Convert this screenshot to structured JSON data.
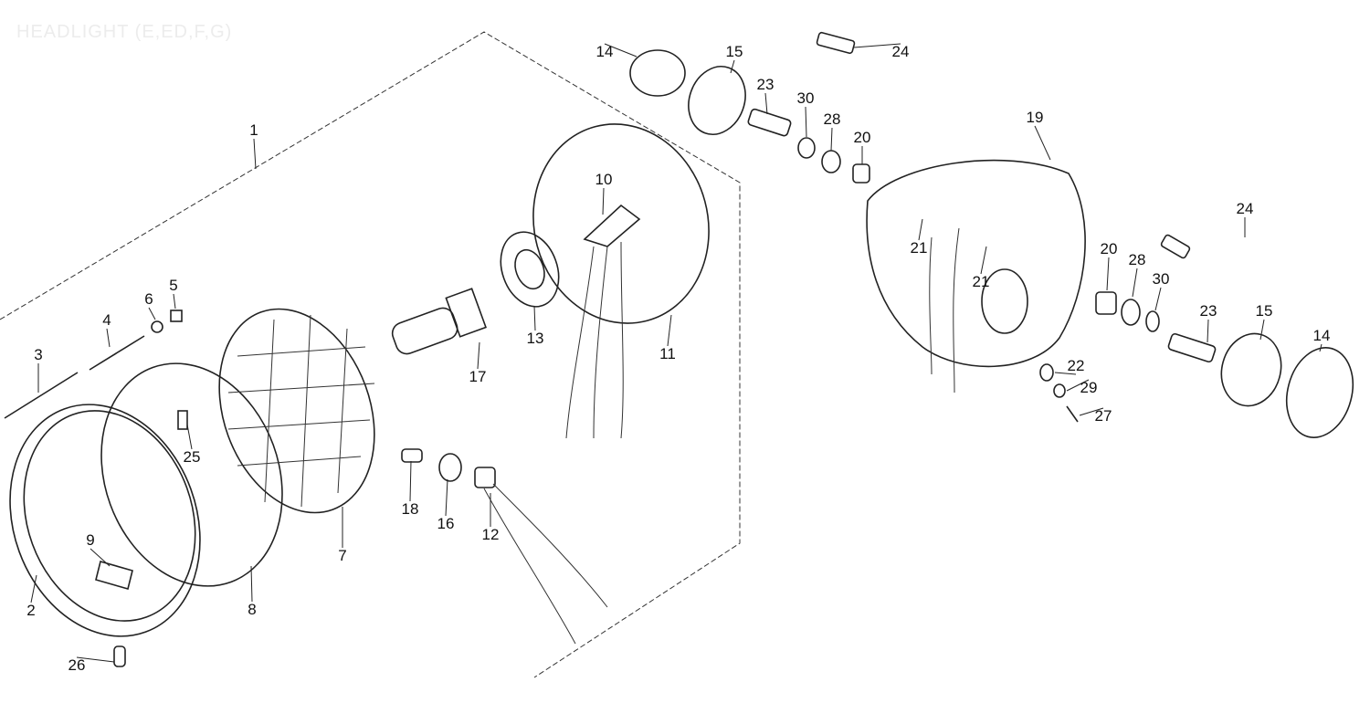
{
  "title": "HEADLIGHT (E,ED,F,G)",
  "callouts": [
    "14",
    "15",
    "24",
    "23",
    "30",
    "28",
    "20",
    "19",
    "1",
    "10",
    "24",
    "21",
    "21",
    "20",
    "28",
    "30",
    "23",
    "15",
    "14",
    "5",
    "6",
    "4",
    "3",
    "13",
    "17",
    "11",
    "22",
    "29",
    "27",
    "25",
    "18",
    "16",
    "12",
    "9",
    "7",
    "8",
    "2",
    "26"
  ]
}
